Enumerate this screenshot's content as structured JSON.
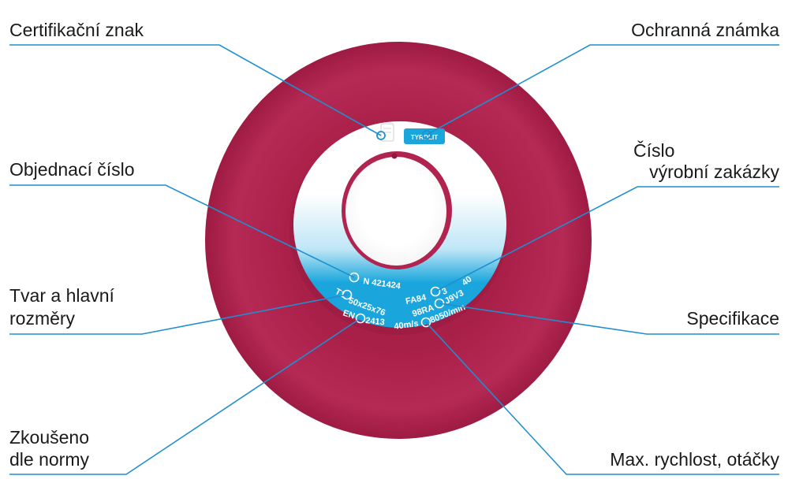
{
  "labels": {
    "certifikacni_znak": "Certifikační znak",
    "ochranna_znamka": "Ochranná známka",
    "objednaci_cislo": "Objednací číslo",
    "cislo_line1": "Číslo",
    "cislo_line2": "výrobní zakázky",
    "tvar_line1": "Tvar a hlavní",
    "tvar_line2": "rozměry",
    "specifikace": "Specifikace",
    "zkouseno_line1": "Zkoušeno",
    "zkouseno_line2": "dle normy",
    "max_rychlost": "Max. rychlost, otáčky"
  },
  "wheel_text": {
    "order_no": "N 421424",
    "shape": "T1",
    "dimensions": "50x25x76",
    "standard": "EN",
    "standard_no": "2413",
    "spec_a": "FA84",
    "spec_a2": "3",
    "spec_b": "98RA",
    "spec_b2": "J9V3",
    "spec_b3": "40",
    "speed": "40m/s",
    "rpm": "8050/min",
    "trademark": "TYROLIT"
  },
  "colors": {
    "wheel_outer": "#b0244f",
    "wheel_label_blue": "#1aa6dc",
    "leader_line": "#1f8fd0",
    "text": "#1a1a1a"
  }
}
